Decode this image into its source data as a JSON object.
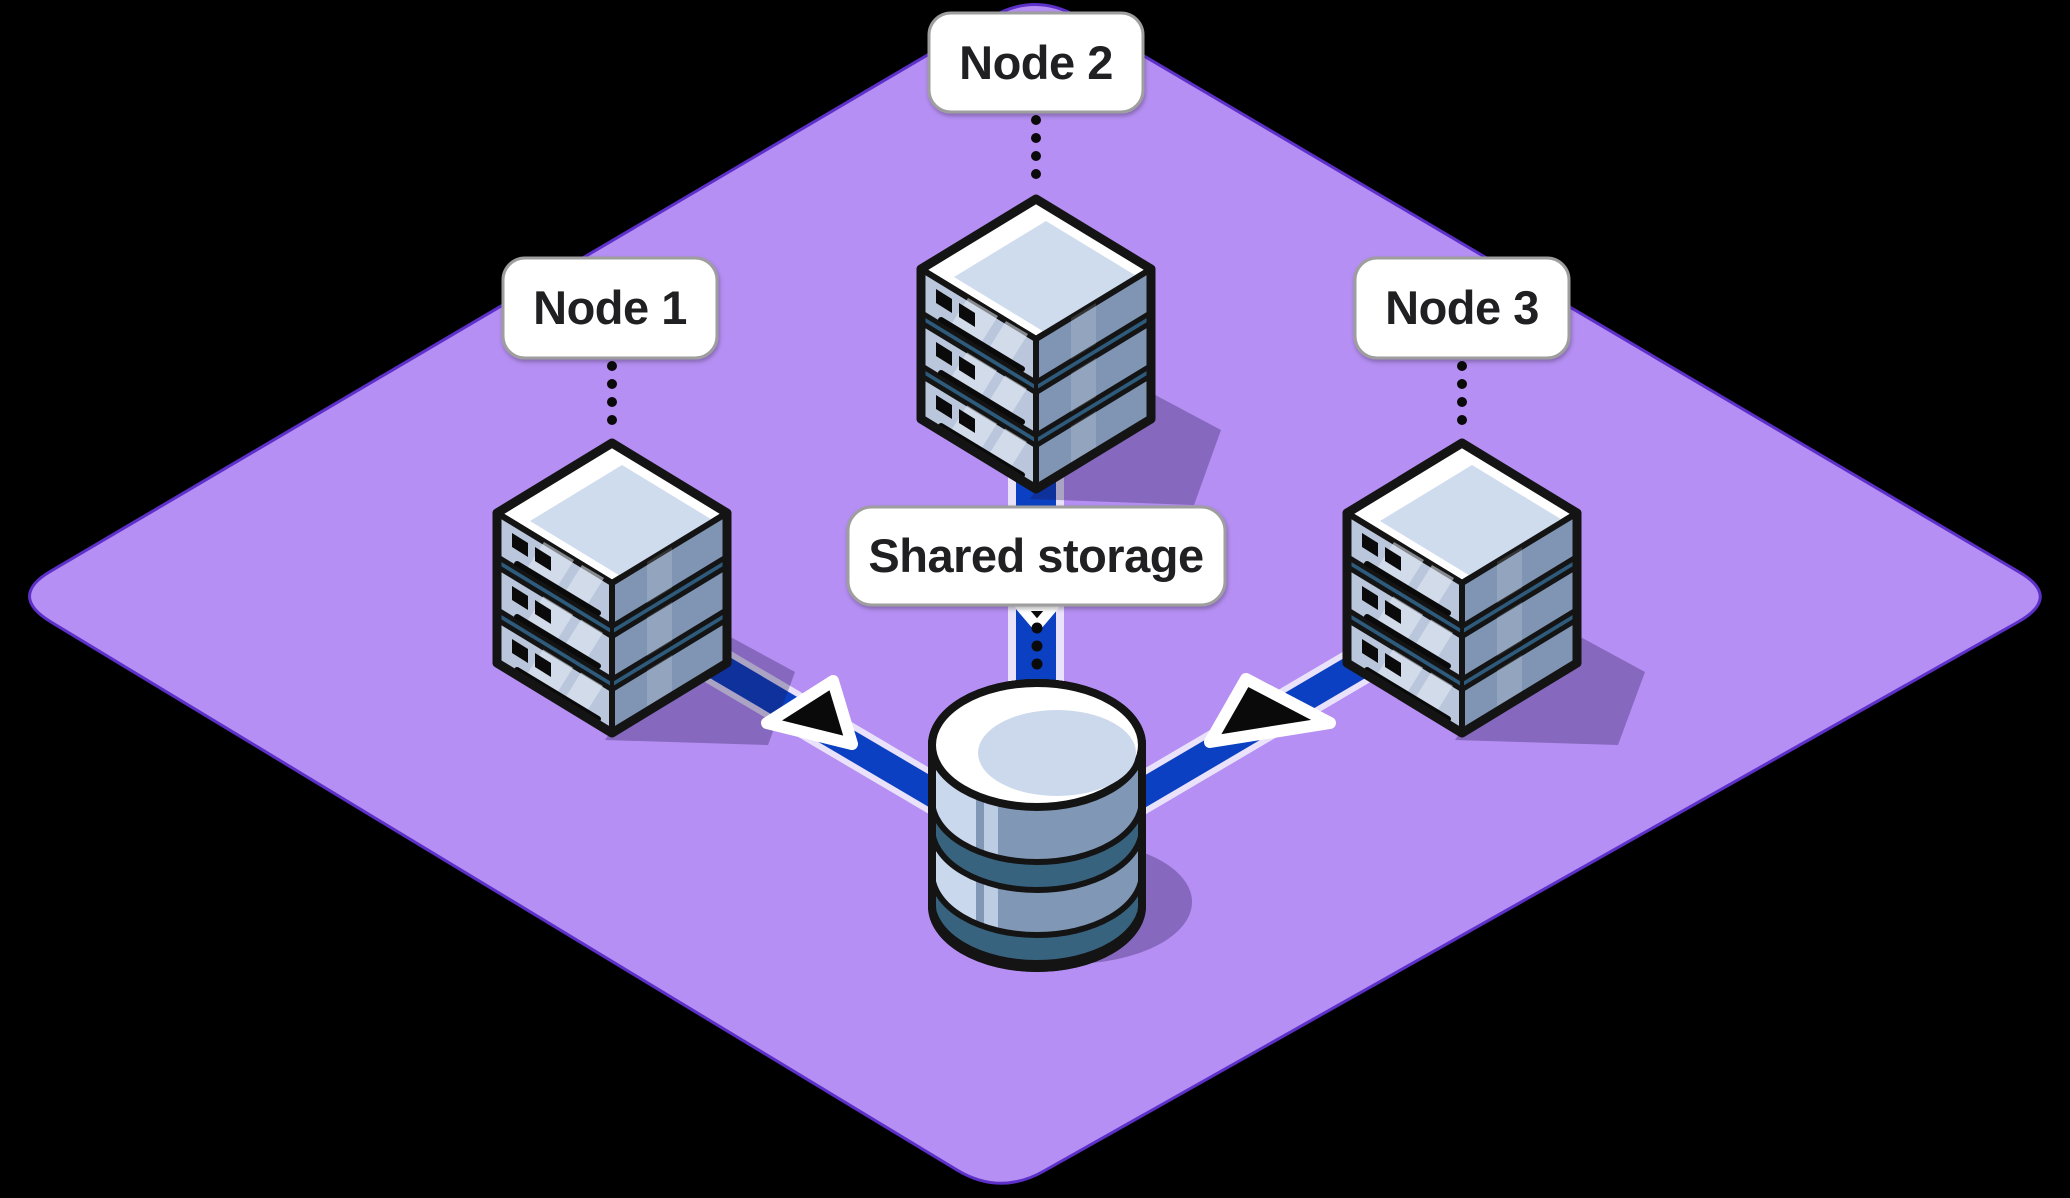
{
  "scene": {
    "background": "#000000",
    "platform": {
      "fill": "#b58ff3",
      "border": "#5c30c9"
    },
    "connector": {
      "core": "#0b40c2",
      "outline": "#eae2fa"
    },
    "arrow": {
      "fill": "#0a0a0a",
      "outline": "#ffffff"
    },
    "label": {
      "bg": "#ffffff",
      "border": "#9e9e9e",
      "text_color": "#202022"
    },
    "server_colors": {
      "left_face": "#b9c6db",
      "right_face": "#8095b4",
      "top_face": "#ffffff",
      "top_panel": "#cfdcee",
      "separator": "#2e5b7c",
      "outline": "#141414"
    },
    "database_colors": {
      "body": "#8097b5",
      "ring": "#38637f",
      "top": "#ffffff",
      "highlight": "#c9d8ec"
    }
  },
  "nodes": [
    {
      "id": "node-1",
      "label": "Node 1"
    },
    {
      "id": "node-2",
      "label": "Node 2"
    },
    {
      "id": "node-3",
      "label": "Node 3"
    }
  ],
  "storage": {
    "label": "Shared storage"
  },
  "icons": {
    "server": "server-stack-icon",
    "database": "database-cylinder-icon",
    "arrowhead": "arrowhead-icon",
    "dotted_link": "dotted-connector"
  }
}
